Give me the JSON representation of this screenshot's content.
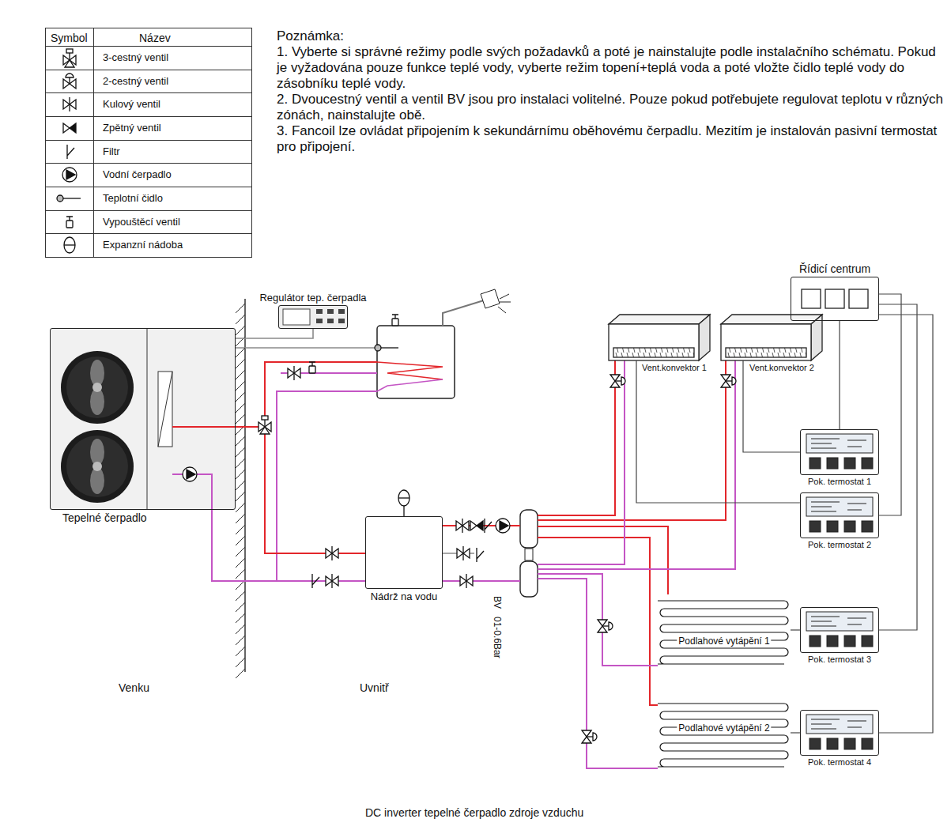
{
  "diagram": {
    "caption": "DC inverter tepelné čerpadlo zdroje vzduchu",
    "nodes": [
      {
        "text": [
          "Tepelné čerpadlo"
        ]
      },
      {
        "text": [
          "Regulátor tep. čerpadla"
        ]
      },
      {
        "text": [
          "Nádrž na vodu"
        ]
      },
      {
        "text": [
          "Řídicí centrum"
        ]
      },
      {
        "text": [
          "Vent.konvektor 1"
        ]
      },
      {
        "text": [
          "Vent.konvektor 2"
        ]
      },
      {
        "text": [
          "Pok. termostat 1"
        ]
      },
      {
        "text": [
          "Pok. termostat 2"
        ]
      },
      {
        "text": [
          "Podlahové vytápění 1"
        ]
      },
      {
        "text": [
          "Pok. termostat 3"
        ]
      },
      {
        "text": [
          "Podlahové vytápění 2"
        ]
      },
      {
        "text": [
          "Pok. termostat 4"
        ]
      }
    ],
    "edges": [
      {
        "from": 0,
        "to": 1,
        "arrow": "none"
      },
      {
        "from": 0,
        "to": 2,
        "arrow": "none"
      },
      {
        "from": 2,
        "to": 0,
        "arrow": "none"
      },
      {
        "from": 3,
        "to": 6,
        "arrow": "none"
      },
      {
        "from": 3,
        "to": 7,
        "arrow": "none"
      },
      {
        "from": 3,
        "to": 9,
        "arrow": "none"
      },
      {
        "from": 3,
        "to": 11,
        "arrow": "none"
      },
      {
        "from": 6,
        "to": 5,
        "arrow": "none"
      },
      {
        "from": 7,
        "to": 4,
        "arrow": "none"
      },
      {
        "from": 9,
        "to": 8,
        "arrow": "none"
      },
      {
        "from": 11,
        "to": 10,
        "arrow": "none"
      }
    ],
    "labels": [
      "Symbol",
      "Název",
      "Poznámka:",
      "1. Vyberte si správné režimy podle svých požadavků a poté je nainstalujte podle instalačního schématu. Pokud je vyžadována pouze funkce teplé vody, vyberte režim topení+teplá voda a poté vložte čidlo teplé vody do zásobníku teplé vody.",
      "2. Dvoucestný ventil a ventil BV jsou pro instalaci volitelné. Pouze pokud potřebujete regulovat teplotu v různých zónách, nainstalujte obě.",
      "3. Fancoil lze ovládat připojením k sekundárnímu oběhovému čerpadlu. Mezitím je instalován pasivní termostat pro připojení.",
      "Venku",
      "Uvnitř",
      "BV",
      "01-0.6Bar"
    ],
    "legend": [
      {
        "text": "3-cestný ventil"
      },
      {
        "text": "2-cestný ventil"
      },
      {
        "text": "Kulový ventil"
      },
      {
        "text": "Zpětný ventil"
      },
      {
        "text": "Filtr"
      },
      {
        "text": "Vodní čerpadlo"
      },
      {
        "text": "Teplotní čidlo"
      },
      {
        "text": "Vypouštěcí ventil"
      },
      {
        "text": "Expanzní nádoba"
      }
    ]
  }
}
